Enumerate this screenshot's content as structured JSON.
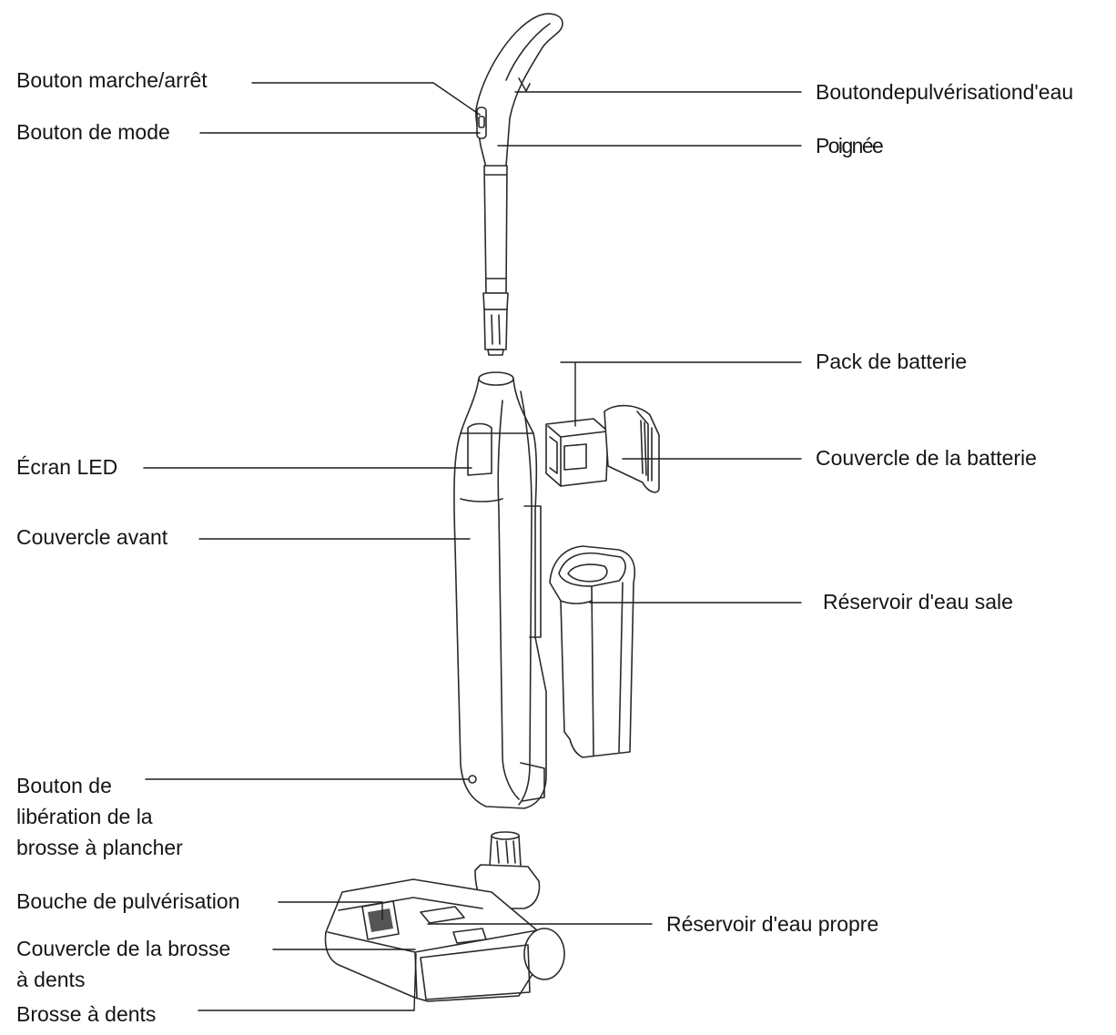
{
  "colors": {
    "background": "#ffffff",
    "text": "#151515",
    "leader_line": "#1c1c1c",
    "part_outline": "#2a2a2a"
  },
  "labels": {
    "power_button": "Bouton marche/arrêt",
    "mode_button": "Bouton de mode",
    "water_spray_button": "Boutondepulvérisationd'eau",
    "handle": "Poignée",
    "battery_pack": "Pack de batterie",
    "led_screen": "Écran LED",
    "battery_cover": "Couvercle de la batterie",
    "front_cover": "Couvercle avant",
    "dirty_water_tank": "Réservoir d'eau sale",
    "floor_brush_release_button": [
      "Bouton de",
      "libération de la",
      "brosse à plancher"
    ],
    "spray_nozzle": "Bouche de pulvérisation",
    "clean_water_tank": "Réservoir d'eau propre",
    "roller_brush_cover": [
      "Couvercle de la brosse",
      "à dents"
    ],
    "roller_brush": "Brosse à dents"
  },
  "parts": [
    "handle-assembly-icon",
    "main-body-icon",
    "battery-pack-icon",
    "battery-cover-icon",
    "dirty-water-tank-icon",
    "floor-brush-head-icon"
  ]
}
